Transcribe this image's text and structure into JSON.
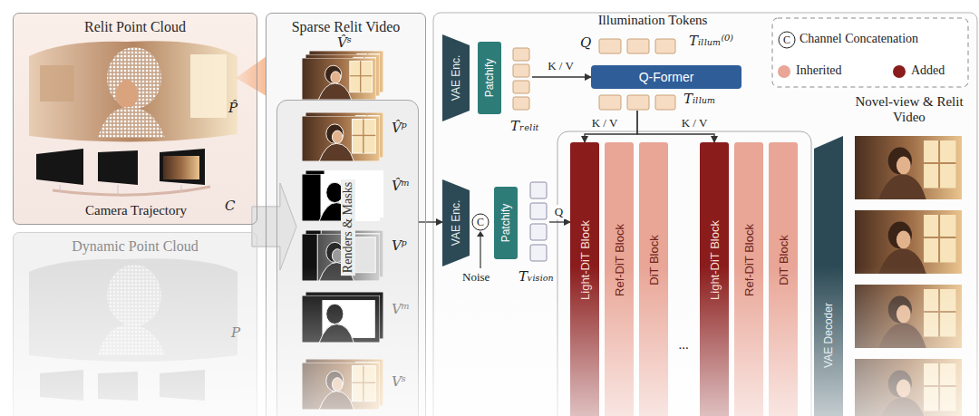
{
  "diagram": {
    "nodes": [
      {
        "text": [
          "Relit Point Cloud"
        ]
      },
      {
        "text": [
          "Dynamic Point Cloud"
        ]
      },
      {
        "text": [
          "Sparse Relit Video"
        ]
      },
      {
        "text": [
          "Renders & Masks"
        ],
        "in": 2
      },
      {
        "text": [
          "VAE Enc."
        ]
      },
      {
        "text": [
          "Patchify"
        ]
      },
      {
        "text": [
          "Tᵣₑₗᵢₜ"
        ]
      },
      {
        "text": [
          "Tᵢₗₗᵤₘ⁽⁰⁾"
        ]
      },
      {
        "text": [
          "Q-Former"
        ]
      },
      {
        "text": [
          "Tᵢₗₗᵤₘ"
        ]
      },
      {
        "text": [
          "VAE Enc."
        ]
      },
      {
        "text": [
          "Patchify"
        ]
      },
      {
        "text": [
          "Tᵥᵢₛᵢₒₙ"
        ]
      },
      {
        "text": [
          "Light-DiT Block"
        ]
      },
      {
        "text": [
          "Ref-DiT Block"
        ]
      },
      {
        "text": [
          "DiT Block"
        ]
      },
      {
        "text": [
          "Light-DiT Block"
        ]
      },
      {
        "text": [
          "Ref-DiT Block"
        ]
      },
      {
        "text": [
          "DiT Block"
        ]
      },
      {
        "text": [
          "VAE Decoder"
        ]
      }
    ],
    "edges": [
      {
        "from": 2,
        "to": 0,
        "arrow": "to"
      },
      {
        "from": 0,
        "to": 3,
        "arrow": "to"
      },
      {
        "from": 1,
        "to": 3,
        "arrow": "to"
      },
      {
        "from": 6,
        "to": 8,
        "label": "K / V",
        "arrow": "to"
      },
      {
        "from": 9,
        "to": 13,
        "label": "K / V",
        "arrow": "to"
      },
      {
        "from": 9,
        "to": 16,
        "label": "K / V",
        "arrow": "to"
      },
      {
        "from": 12,
        "to": 13,
        "label": "Q",
        "arrow": "to"
      },
      {
        "from": 3,
        "to": 10,
        "arrow": "to"
      }
    ],
    "labels": [
      "P̂",
      "Camera Trajectory",
      "C",
      "P",
      "V̂ˢ",
      "V̂ᵖ",
      "V̂ᵐ",
      "Vᵖ",
      "Vᵐ",
      "Vˢ",
      "Illumination Tokens",
      "Q",
      "C",
      "Noise",
      "...",
      "Novel-view & Relit Video",
      "C"
    ],
    "legend": [
      {
        "text": "Channel Concatenation"
      },
      {
        "text": "Inherited",
        "color": "#e9a596"
      },
      {
        "text": "Added",
        "color": "#8b1c1c"
      }
    ]
  }
}
